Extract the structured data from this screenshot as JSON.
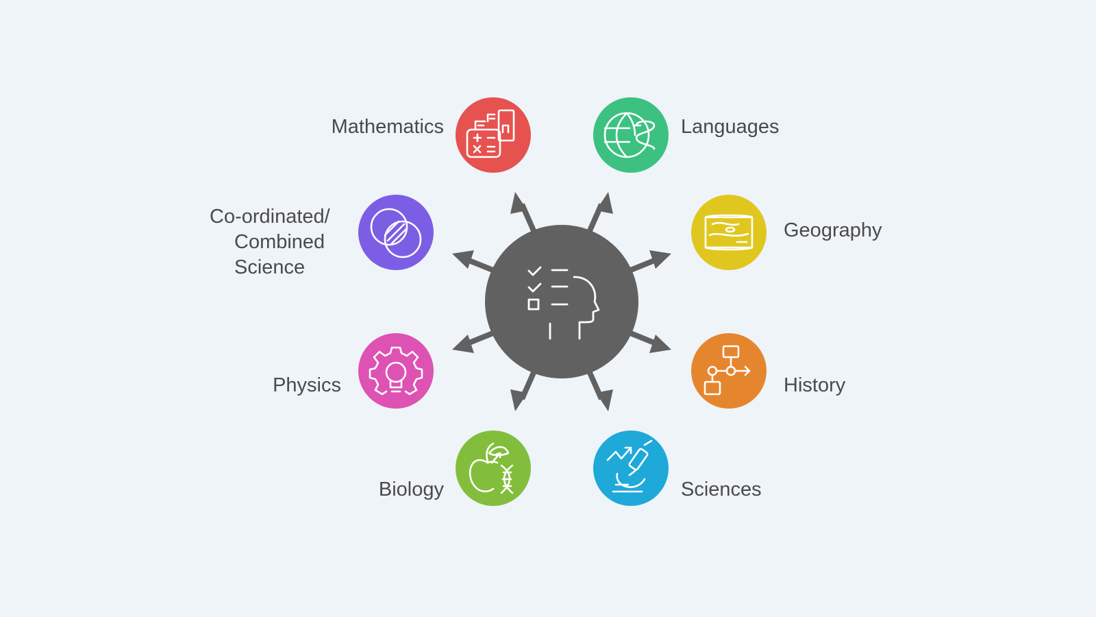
{
  "hub": {
    "icon": "checklist-head-icon",
    "color": "#616161"
  },
  "subjects": [
    {
      "label": "Mathematics",
      "icon": "calculator-icon",
      "color": "#e5524f"
    },
    {
      "label": "Languages",
      "icon": "globe-icon",
      "color": "#3cc181"
    },
    {
      "label": "Co-ordinated/ Combined Science",
      "lines": [
        "Co-ordinated/",
        "Combined",
        "Science"
      ],
      "icon": "venn-diagram-icon",
      "color": "#7c5ee5"
    },
    {
      "label": "Geography",
      "icon": "map-icon",
      "color": "#e0c71f"
    },
    {
      "label": "Physics",
      "icon": "gear-bulb-icon",
      "color": "#de52b3"
    },
    {
      "label": "History",
      "icon": "flowchart-icon",
      "color": "#e5862e"
    },
    {
      "label": "Biology",
      "icon": "apple-dna-icon",
      "color": "#82be3c"
    },
    {
      "label": "Sciences",
      "icon": "microscope-icon",
      "color": "#1fa9d9"
    }
  ]
}
